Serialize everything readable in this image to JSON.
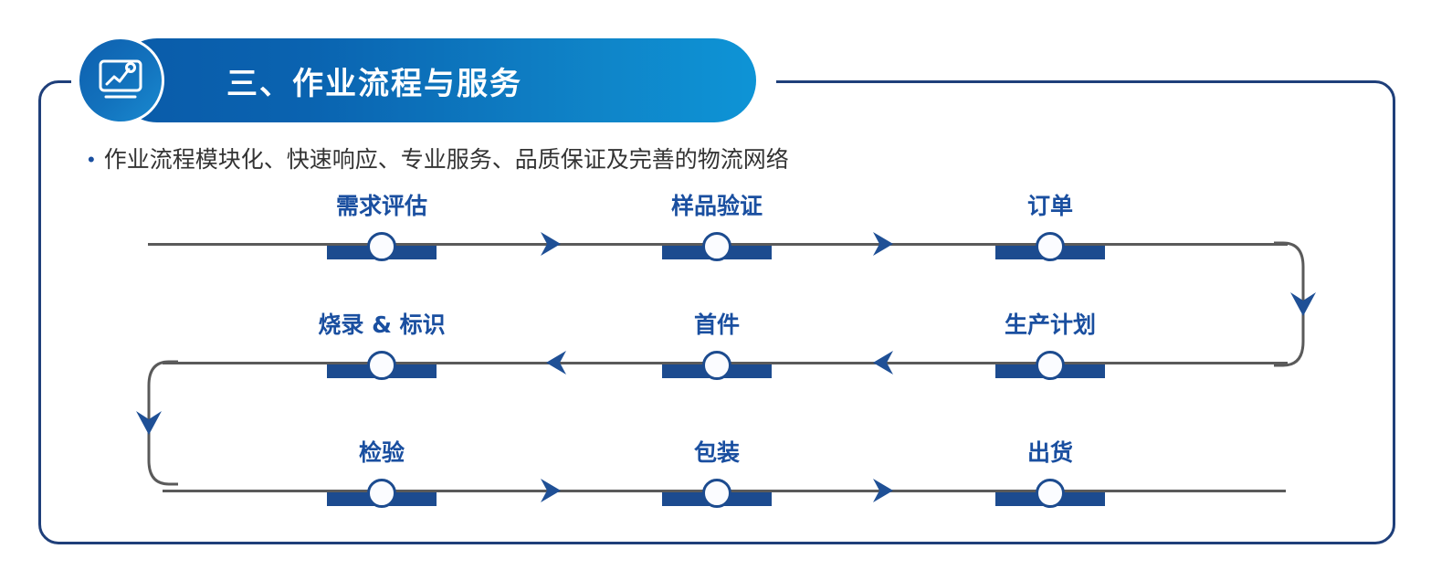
{
  "header": {
    "title": "三、作业流程与服务",
    "icon": "monitor-trend-chart-icon",
    "pill_gradient_from": "#0a5ba9",
    "pill_gradient_to": "#0e94d6"
  },
  "bullet": {
    "marker": "•",
    "text": "作业流程模块化、快速响应、专业服务、品质保证及完善的物流网络"
  },
  "colors": {
    "frame_border": "#1f3f7a",
    "node_bar": "#1c4b8f",
    "node_label": "#1a4fa0",
    "rail": "#5a5a5a",
    "arrow": "#1f5096",
    "bullet_text": "#333333"
  },
  "flow": {
    "rows": [
      {
        "direction": "left-to-right",
        "nodes": [
          {
            "label": "需求评估"
          },
          {
            "label": "样品验证"
          },
          {
            "label": "订单"
          }
        ],
        "arrows": [
          "arrow-right-icon",
          "arrow-right-icon"
        ]
      },
      {
        "direction": "right-to-left",
        "nodes": [
          {
            "label": "烧录 & 标识"
          },
          {
            "label": "首件"
          },
          {
            "label": "生产计划"
          }
        ],
        "arrows": [
          "arrow-left-icon",
          "arrow-left-icon"
        ]
      },
      {
        "direction": "left-to-right",
        "nodes": [
          {
            "label": "检验"
          },
          {
            "label": "包装"
          },
          {
            "label": "出货"
          }
        ],
        "arrows": [
          "arrow-right-icon",
          "arrow-right-icon"
        ]
      }
    ],
    "connectors": [
      {
        "name": "connector-right-down",
        "arrow": "arrow-down-icon"
      },
      {
        "name": "connector-left-down",
        "arrow": "arrow-down-icon"
      }
    ]
  }
}
